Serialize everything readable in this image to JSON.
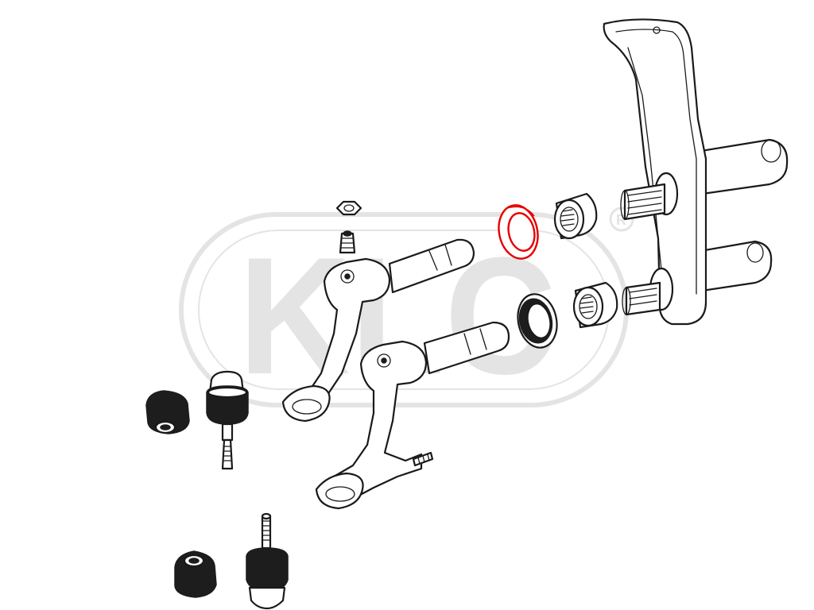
{
  "watermark": {
    "logo_text": "KLC",
    "registered_mark": "R"
  },
  "colors": {
    "line": "#1a1a1a",
    "highlight": "#e60000",
    "watermark": "#e4e4e4",
    "background": "#ffffff"
  },
  "highlighted_part": "seal-ring-upper"
}
